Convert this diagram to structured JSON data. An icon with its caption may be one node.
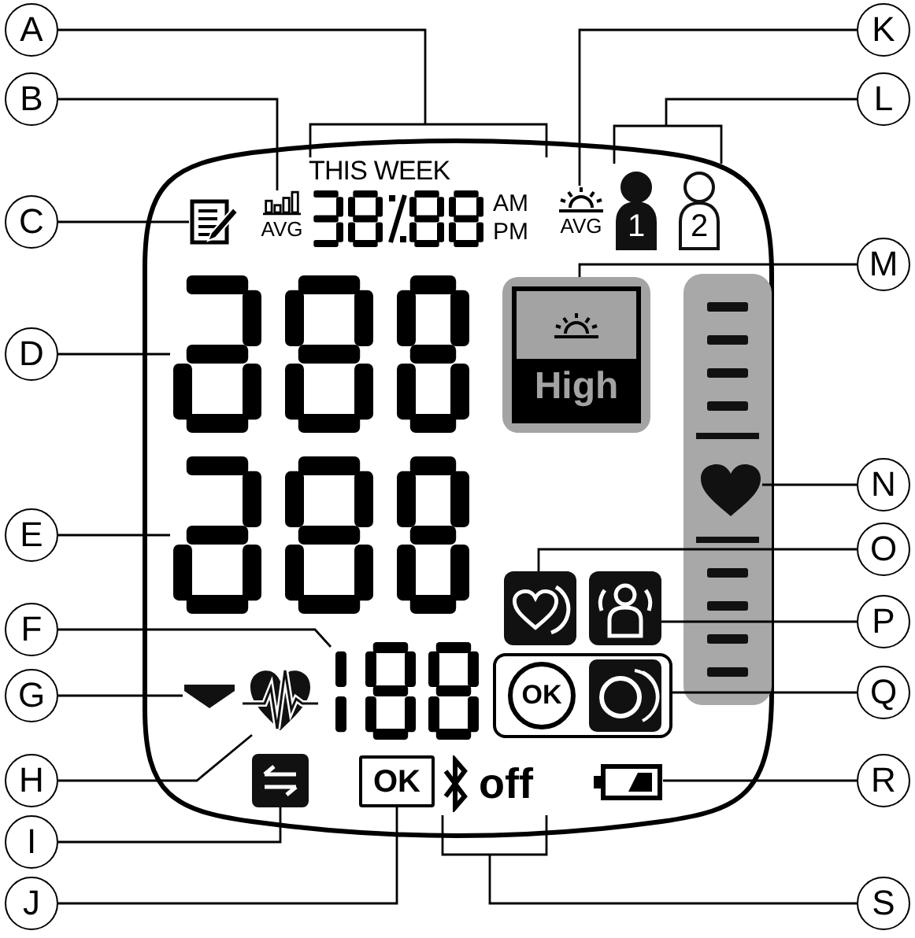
{
  "diagram": {
    "nodes": [
      {
        "text": [
          "A"
        ]
      },
      {
        "text": [
          "B"
        ]
      },
      {
        "text": [
          "C"
        ]
      },
      {
        "text": [
          "D"
        ]
      },
      {
        "text": [
          "E"
        ]
      },
      {
        "text": [
          "F"
        ]
      },
      {
        "text": [
          "G"
        ]
      },
      {
        "text": [
          "H"
        ]
      },
      {
        "text": [
          "I"
        ]
      },
      {
        "text": [
          "J"
        ]
      },
      {
        "text": [
          "K"
        ]
      },
      {
        "text": [
          "L"
        ]
      },
      {
        "text": [
          "M"
        ]
      },
      {
        "text": [
          "N"
        ]
      },
      {
        "text": [
          "O"
        ]
      },
      {
        "text": [
          "P"
        ]
      },
      {
        "text": [
          "Q"
        ]
      },
      {
        "text": [
          "R"
        ]
      },
      {
        "text": [
          "S"
        ]
      },
      {
        "text": [
          "THIS WEEK",
          "AM",
          "PM"
        ]
      },
      {
        "text": [
          "AVG"
        ]
      },
      {
        "text": [],
        "shape": "picture"
      },
      {
        "text": [],
        "shape": "picture"
      },
      {
        "text": [],
        "shape": "picture"
      },
      {
        "text": [],
        "shape": "picture"
      },
      {
        "text": [],
        "shape": "picture"
      },
      {
        "text": [],
        "shape": "picture"
      },
      {
        "text": [],
        "shape": "picture"
      },
      {
        "text": [
          "OK"
        ]
      },
      {
        "text": [
          "off"
        ]
      },
      {
        "text": [],
        "shape": "picture"
      },
      {
        "text": [
          "AVG"
        ]
      },
      {
        "text": [
          "1",
          "2"
        ]
      },
      {
        "text": [
          "High"
        ]
      },
      {
        "text": [],
        "shape": "picture"
      },
      {
        "text": [],
        "shape": "picture"
      },
      {
        "text": [],
        "shape": "picture"
      },
      {
        "text": [
          "OK"
        ]
      }
    ],
    "edges": [
      {
        "from": 0,
        "to": 19,
        "arrow": "none"
      },
      {
        "from": 1,
        "to": 20,
        "arrow": "none"
      },
      {
        "from": 2,
        "to": 21,
        "arrow": "none"
      },
      {
        "from": 3,
        "to": 22,
        "arrow": "none"
      },
      {
        "from": 4,
        "to": 23,
        "arrow": "none"
      },
      {
        "from": 5,
        "to": 24,
        "arrow": "none"
      },
      {
        "from": 6,
        "to": 25,
        "arrow": "none"
      },
      {
        "from": 7,
        "to": 26,
        "arrow": "none"
      },
      {
        "from": 8,
        "to": 27,
        "arrow": "none"
      },
      {
        "from": 9,
        "to": 28,
        "arrow": "none"
      },
      {
        "from": 10,
        "to": 31,
        "arrow": "none"
      },
      {
        "from": 11,
        "to": 32,
        "arrow": "none"
      },
      {
        "from": 12,
        "to": 33,
        "arrow": "none"
      },
      {
        "from": 13,
        "to": 34,
        "arrow": "none"
      },
      {
        "from": 14,
        "to": 35,
        "arrow": "none"
      },
      {
        "from": 15,
        "to": 36,
        "arrow": "none"
      },
      {
        "from": 16,
        "to": 37,
        "arrow": "none"
      },
      {
        "from": 17,
        "to": 30,
        "arrow": "none"
      },
      {
        "from": 18,
        "to": 29,
        "arrow": "none"
      }
    ]
  }
}
